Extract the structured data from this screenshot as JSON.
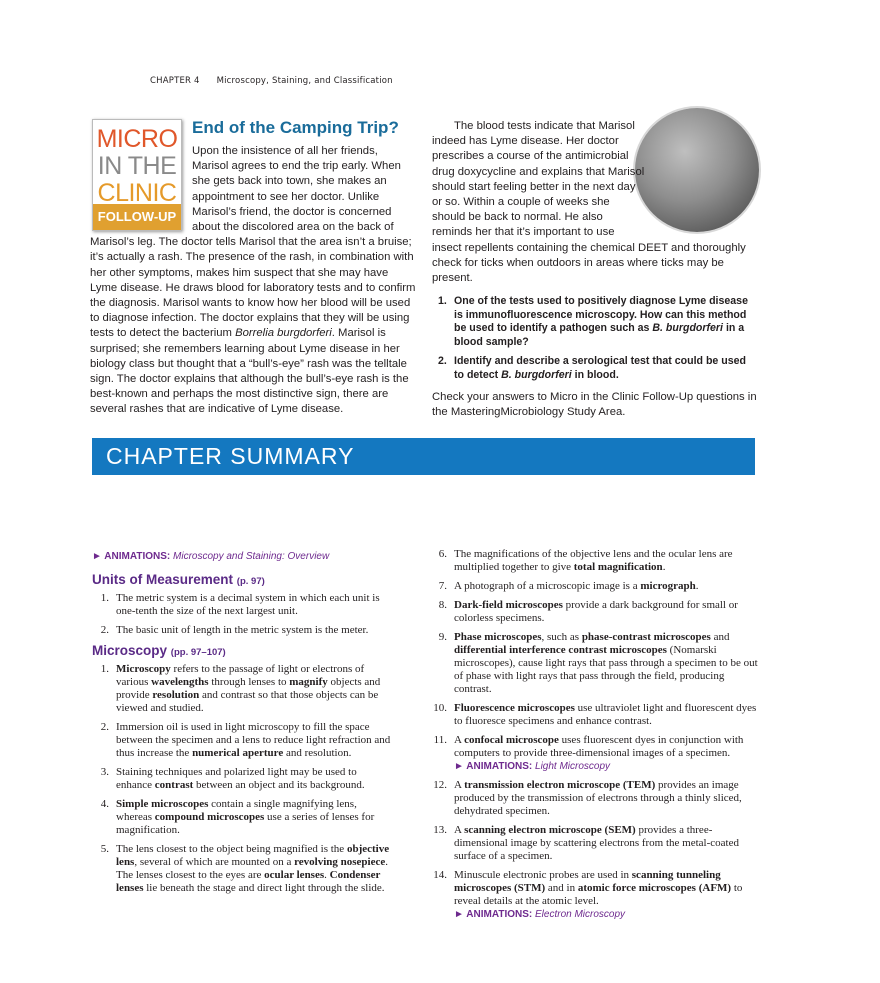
{
  "running_head": {
    "chapter": "CHAPTER 4",
    "title": "Microscopy, Staining, and Classification"
  },
  "logo": {
    "line1": "MICRO",
    "line2": "IN THE",
    "line3": "CLINIC",
    "banner": "FOLLOW-UP"
  },
  "case": {
    "title": "End of the Camping Trip?",
    "p1_wrapped": "Upon the insistence of all her friends, Marisol agrees to end the trip early. When she gets back into town, she makes an appointment to see her doctor. Unlike Marisol’s friend, the doctor is concerned about the discolored area on the back of Marisol’s leg. The doctor tells Marisol that the area isn’t a bruise; it’s actually",
    "p1_cont_a": "a rash. The presence of the rash, in combination with her other symptoms, makes him suspect that she may have Lyme disease. He draws blood for laboratory tests and to confirm the diagnosis. Marisol wants to know how her blood will be used to diagnose infection. The doctor explains that they will be using tests to detect the bacterium ",
    "p1_cont_italic": "Borrelia burgdorferi",
    "p1_cont_b": ". Marisol is surprised; she remembers learning about Lyme disease in her biology class but thought that a “bull’s-eye” rash was the telltale sign. The doctor explains that although the bull’s-eye rash is the best-known and perhaps the most distinctive sign, there are several rashes that are indicative of Lyme disease.",
    "p2_wrapped": "The blood tests indicate that Marisol indeed has Lyme disease. Her doctor prescribes a course of the antimicrobial drug doxycycline and explains that Marisol should start feeling better in the next day or so. Within a couple of weeks she should be back to normal.",
    "p2_cont": "He also reminds her that it’s important to use insect repellents containing the chemical DEET and thoroughly check for ticks when outdoors in areas where ticks may be present.",
    "questions": [
      {
        "n": "1.",
        "a": "One of the tests used to positively diagnose Lyme disease is immunofluorescence microscopy. How can this method be used to identify a pathogen such as ",
        "i": "B. burgdorferi",
        "b": " in a blood sample?"
      },
      {
        "n": "2.",
        "a": "Identify and describe a serological test that could be used to detect ",
        "i": "B. burgdorferi",
        "b": " in blood."
      }
    ],
    "check": "Check your answers to Micro in the Clinic Follow-Up questions in the MasteringMicrobiology Study Area."
  },
  "summary": {
    "title": "CHAPTER SUMMARY",
    "animation_label": "► ANIMATIONS: ",
    "animation_top": "Microscopy and Staining: Overview",
    "units_heading": "Units of Measurement",
    "units_pages": "(p. 97)",
    "units_items": [
      {
        "n": "1.",
        "seg": [
          "The metric system is a decimal system in which each unit is one-tenth the size of the next largest unit."
        ]
      },
      {
        "n": "2.",
        "seg": [
          "The basic unit of length in the metric system is the meter."
        ]
      }
    ],
    "microscopy_heading": "Microscopy",
    "microscopy_pages": "(pp. 97–107)",
    "left_items": [
      {
        "n": "1.",
        "seg": [
          "",
          "Microscopy",
          " refers to the passage of light or electrons of various ",
          "wavelengths",
          " through lenses to ",
          "magnify",
          " objects and provide ",
          "resolution",
          " and contrast so that those objects can be viewed and studied."
        ]
      },
      {
        "n": "2.",
        "seg": [
          "Immersion oil is used in light microscopy to fill the space between the specimen and a lens to reduce light refraction and thus increase the ",
          "numerical aperture",
          " and resolution."
        ]
      },
      {
        "n": "3.",
        "seg": [
          "Staining techniques and polarized light may be used to enhance ",
          "contrast",
          " between an object and its background."
        ]
      },
      {
        "n": "4.",
        "seg": [
          "",
          "Simple microscopes",
          " contain a single magnifying lens, whereas ",
          "compound microscopes",
          " use a series of lenses for magnification."
        ]
      },
      {
        "n": "5.",
        "seg": [
          "The lens closest to the object being magnified is the ",
          "objective lens",
          ", several of which are mounted on a ",
          "revolving nosepiece",
          ". The lenses closest to the eyes are ",
          "ocular lenses",
          ". ",
          "Condenser lenses",
          " lie beneath the stage and direct light through the slide."
        ]
      }
    ],
    "right_items": [
      {
        "n": "6.",
        "seg": [
          "The magnifications of the objective lens and the ocular lens are multiplied together to give ",
          "total magnification",
          "."
        ]
      },
      {
        "n": "7.",
        "seg": [
          "A photograph of a microscopic image is a ",
          "micrograph",
          "."
        ]
      },
      {
        "n": "8.",
        "seg": [
          "",
          "Dark-field microscopes",
          " provide a dark background for small or colorless specimens."
        ]
      },
      {
        "n": "9.",
        "seg": [
          "",
          "Phase microscopes",
          ", such as ",
          "phase-contrast microscopes",
          " and ",
          "differential interference contrast microscopes",
          " (Nomarski microscopes), cause light rays that pass through a specimen to be out of phase with light rays that pass through the field, producing contrast."
        ]
      },
      {
        "n": "10.",
        "seg": [
          "",
          "Fluorescence microscopes",
          " use ultraviolet light and fluorescent dyes to fluoresce specimens and enhance contrast."
        ]
      },
      {
        "n": "11.",
        "seg": [
          "A ",
          "confocal microscope",
          " uses fluorescent dyes in conjunction with computers to provide three-dimensional images of a specimen."
        ],
        "animation": "Light Microscopy"
      },
      {
        "n": "12.",
        "seg": [
          "A ",
          "transmission electron microscope (TEM)",
          " provides an image produced by the transmission of electrons through a thinly sliced, dehydrated specimen."
        ]
      },
      {
        "n": "13.",
        "seg": [
          "A ",
          "scanning electron microscope (SEM)",
          " provides a three-dimensional image by scattering electrons from the metal-coated surface of a specimen."
        ]
      },
      {
        "n": "14.",
        "seg": [
          "Minuscule electronic probes are used in ",
          "scanning tunneling microscopes (STM)",
          " and in ",
          "atomic force microscopes (AFM)",
          " to reveal details at the atomic level."
        ],
        "animation": "Electron Microscopy"
      }
    ]
  },
  "colors": {
    "summary_bar": "#1478c0",
    "title_blue": "#1a6c9a",
    "heading_purple": "#5a2a86",
    "animation_purple": "#6e2a8e",
    "logo_orange": "#e0a030"
  }
}
